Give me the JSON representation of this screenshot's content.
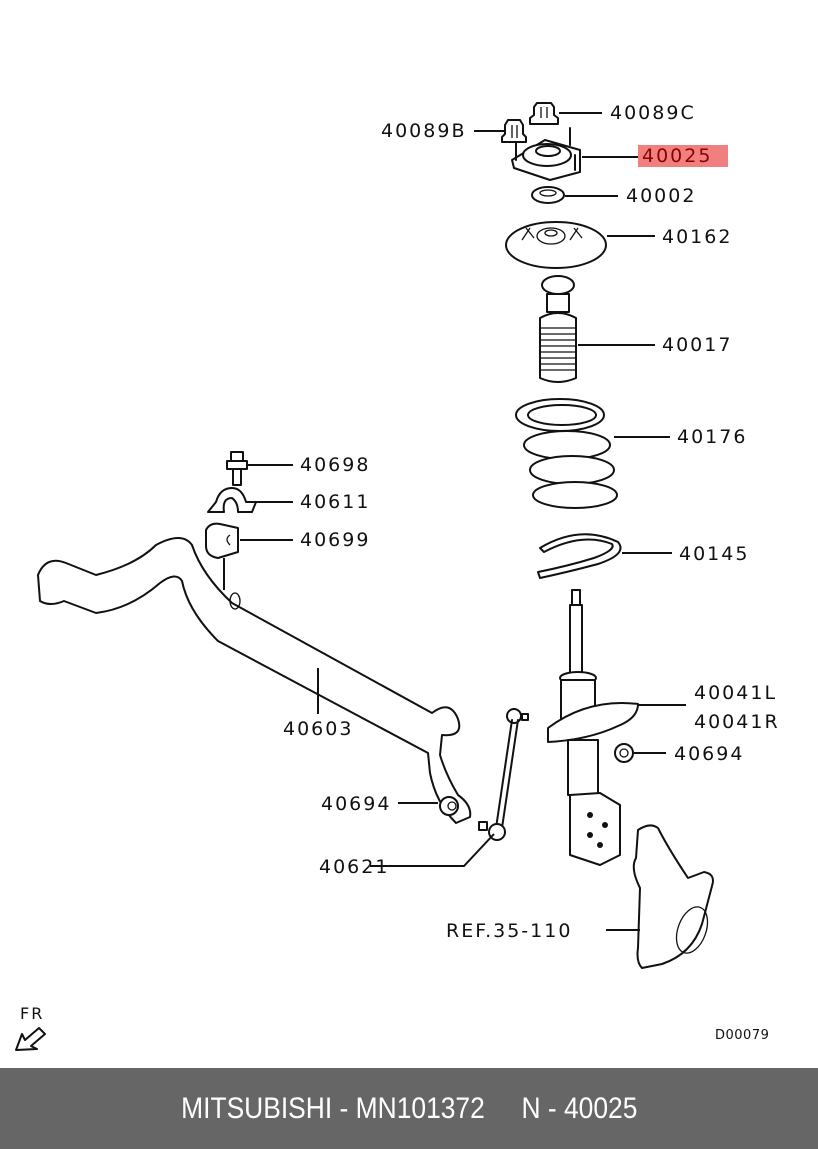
{
  "diagram": {
    "title": "Front Suspension Strut Assembly",
    "highlight_color": "#f08080",
    "highlight_text_color": "#8b0000",
    "callouts": [
      {
        "id": "40089C",
        "label": "40089C",
        "part": "strut-top-nut"
      },
      {
        "id": "40089B",
        "label": "40089B",
        "part": "mount-nut"
      },
      {
        "id": "40025",
        "label": "40025",
        "part": "strut-top-mount",
        "highlighted": true
      },
      {
        "id": "40002",
        "label": "40002",
        "part": "bearing"
      },
      {
        "id": "40162",
        "label": "40162",
        "part": "upper-spring-seat"
      },
      {
        "id": "40017",
        "label": "40017",
        "part": "bump-stop-dust-boot"
      },
      {
        "id": "40176",
        "label": "40176",
        "part": "coil-spring"
      },
      {
        "id": "40145",
        "label": "40145",
        "part": "lower-spring-pad"
      },
      {
        "id": "40698",
        "label": "40698",
        "part": "stabilizer-bracket-bolt"
      },
      {
        "id": "40611",
        "label": "40611",
        "part": "stabilizer-bracket"
      },
      {
        "id": "40699",
        "label": "40699",
        "part": "stabilizer-bushing"
      },
      {
        "id": "40603",
        "label": "40603",
        "part": "stabilizer-bar"
      },
      {
        "id": "40041L",
        "label": "40041L",
        "part": "strut-assembly-left"
      },
      {
        "id": "40041R",
        "label": "40041R",
        "part": "strut-assembly-right"
      },
      {
        "id": "40694a",
        "label": "40694",
        "part": "link-nut-upper"
      },
      {
        "id": "40694b",
        "label": "40694",
        "part": "link-nut-lower"
      },
      {
        "id": "40621",
        "label": "40621",
        "part": "stabilizer-link"
      },
      {
        "id": "ref",
        "label": "REF.35-110",
        "part": "steering-knuckle"
      }
    ],
    "direction_label": "FR",
    "direction_icon": "front-arrow-icon",
    "drawing_code": "D00079"
  },
  "footer": {
    "text": "MITSUBISHI - MN101372     N - 40025"
  }
}
